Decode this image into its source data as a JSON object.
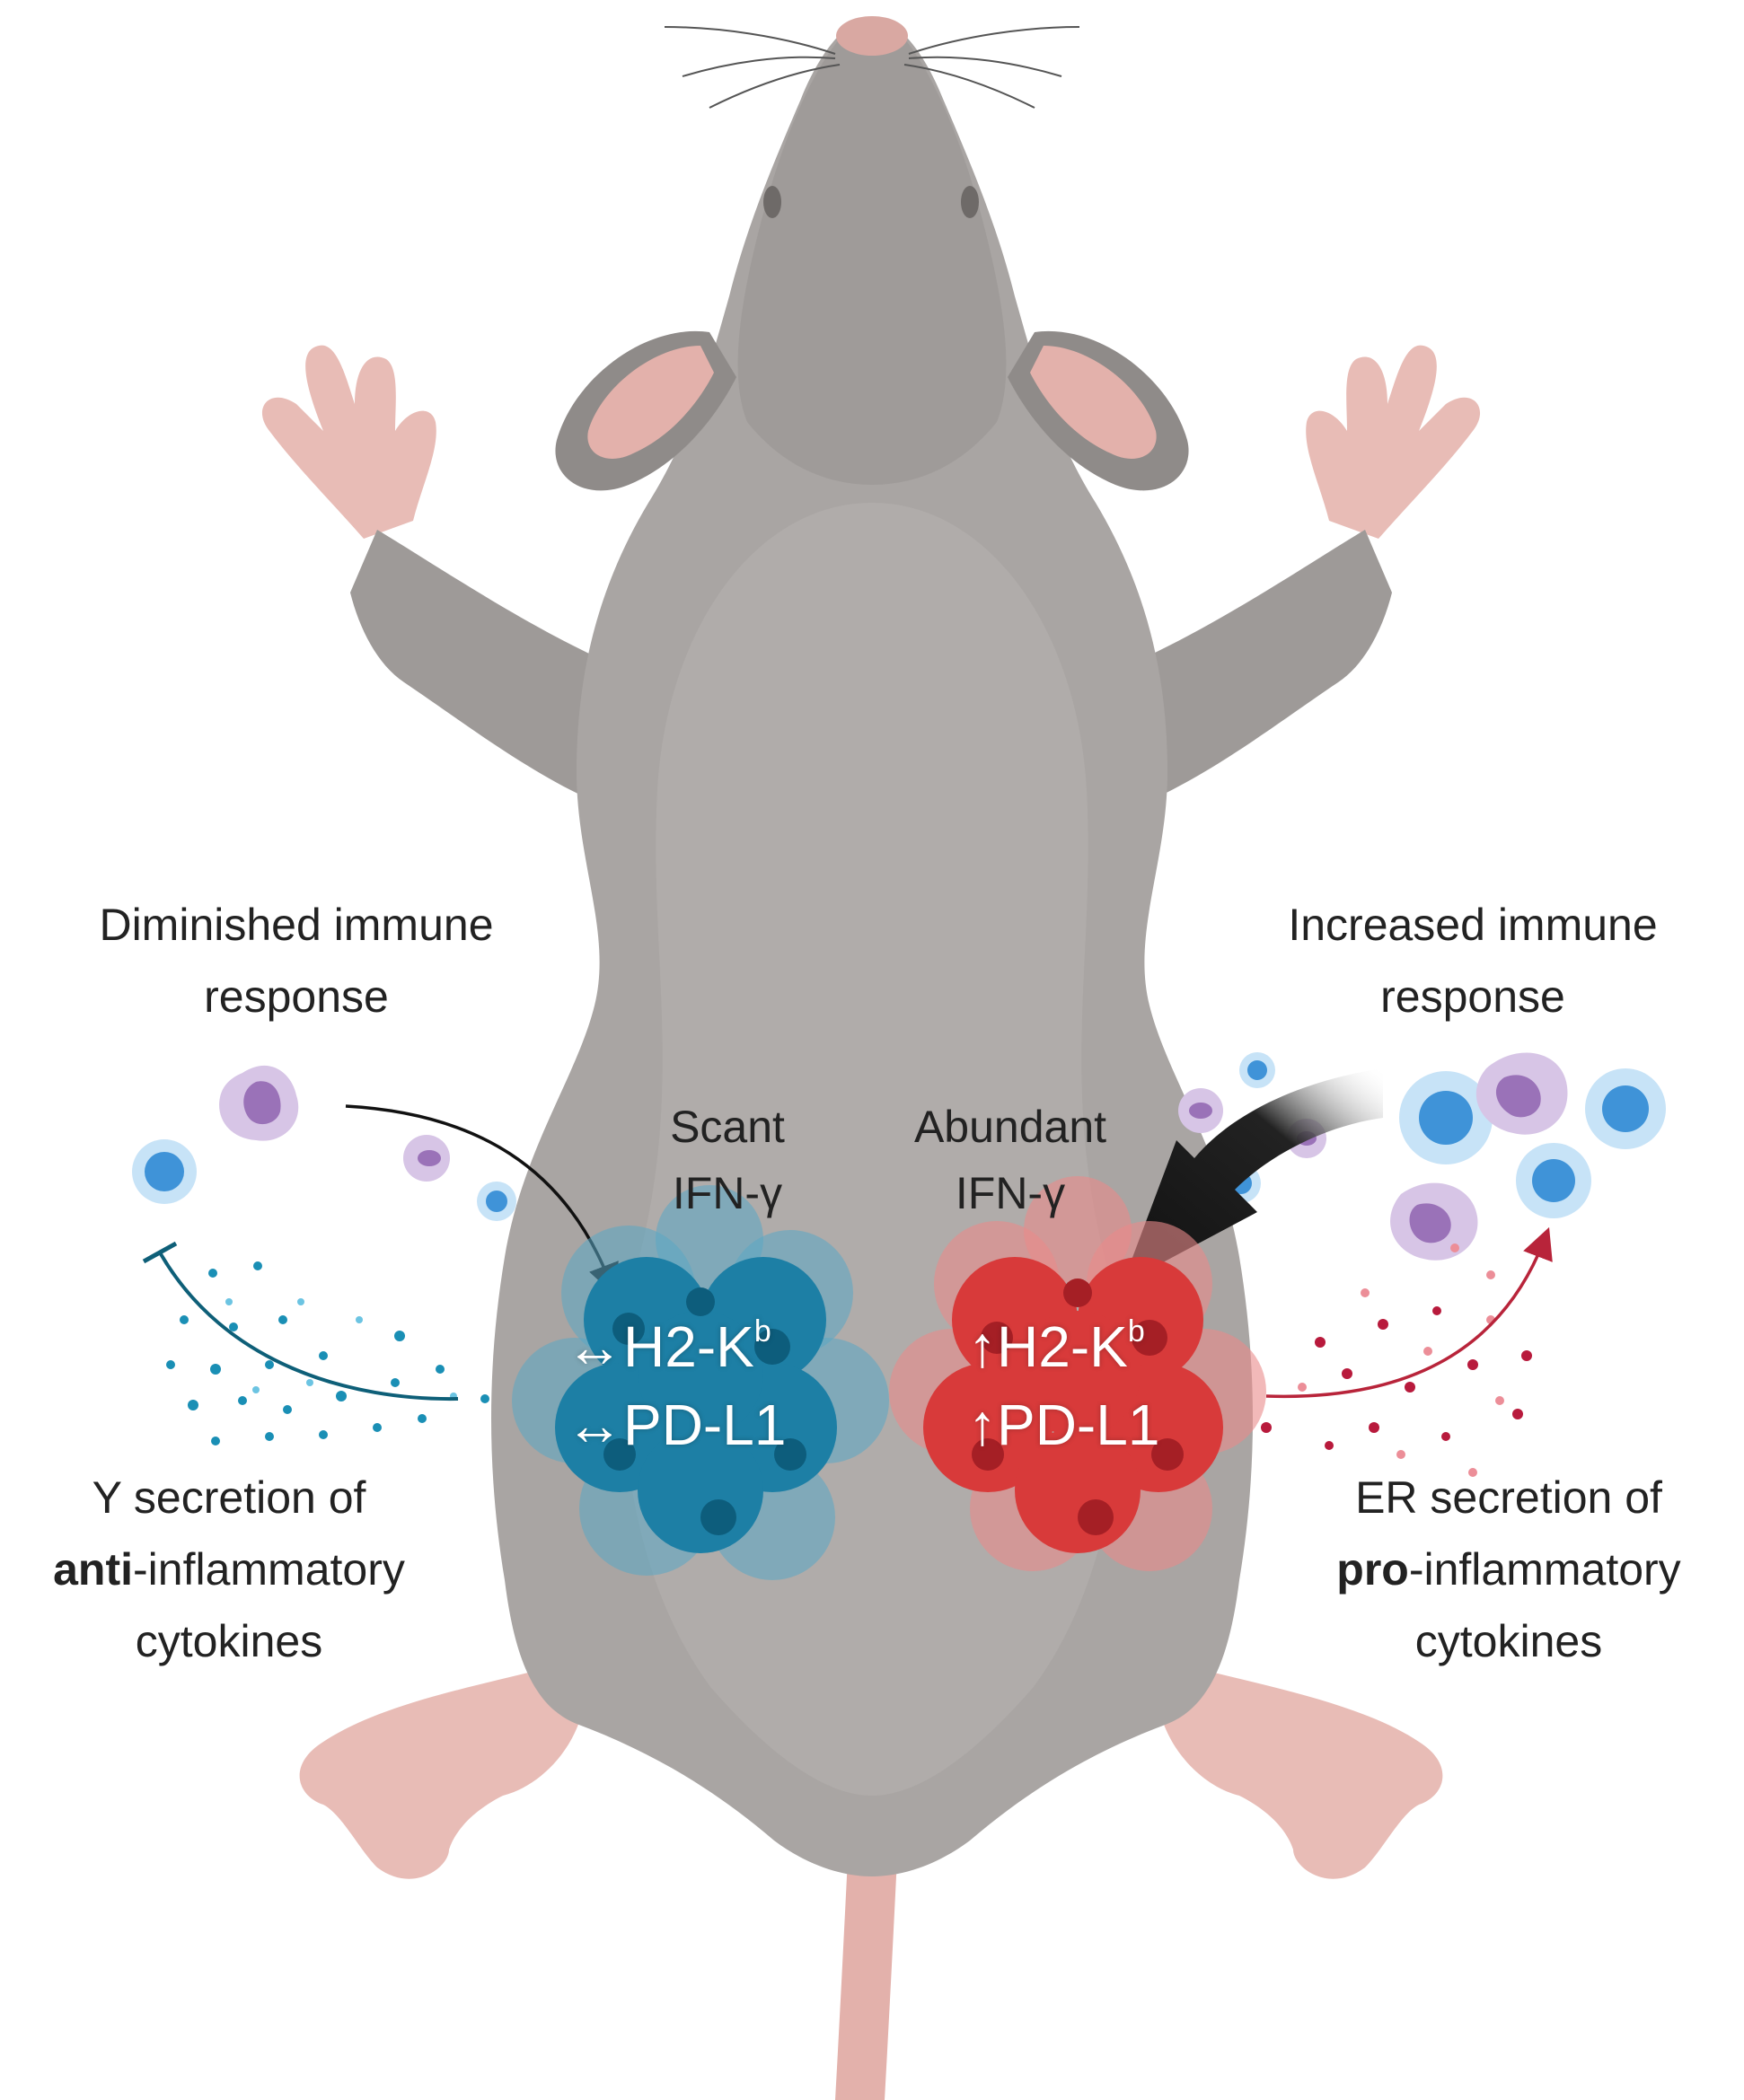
{
  "left": {
    "response_line1": "Diminished immune",
    "response_line2": "response",
    "ifn_line1": "Scant",
    "ifn_line2": "IFN-γ",
    "marker1_arrow": "↔",
    "marker1_text": "H2-K",
    "marker1_sup": "b",
    "marker2_arrow": "↔",
    "marker2_text": "PD-L1",
    "secretion_line1": "Y secretion of",
    "secretion_bold": "anti",
    "secretion_rest": "-inflammatory",
    "secretion_line3": "cytokines"
  },
  "right": {
    "response_line1": "Increased immune",
    "response_line2": "response",
    "ifn_line1": "Abundant",
    "ifn_line2": "IFN-γ",
    "marker1_arrow": "↑",
    "marker1_text": "H2-K",
    "marker1_sup": "b",
    "marker2_arrow": "↑",
    "marker2_text": "PD-L1",
    "secretion_line1": "ER secretion of",
    "secretion_bold": "pro",
    "secretion_rest": "-inflammatory",
    "secretion_line3": "cytokines"
  },
  "colors": {
    "mouse_fur": "#a9a5a3",
    "mouse_skin": "#e8bcb6",
    "blue_tumor": "#1d7fa5",
    "red_tumor": "#d83a3a",
    "t_cell": "#5aa7e0",
    "macrophage": "#9a72b8",
    "blue_arrow": "#0e5f78",
    "red_arrow": "#b8243a",
    "black_arrow": "#111111"
  },
  "icons": [
    "mouse-illustration",
    "t-cell-icon",
    "macrophage-icon",
    "tumor-cluster-icon",
    "cytokine-dots",
    "inhibition-arrow",
    "stimulation-arrow"
  ]
}
